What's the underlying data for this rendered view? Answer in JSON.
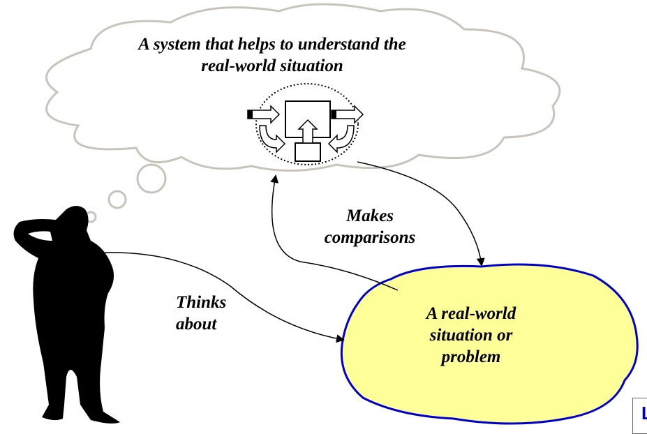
{
  "cloud_text": "A system that helps to understand the real-world situation",
  "cloud_text_line1": "A system that helps to understand the",
  "cloud_text_line2": "real-world situation",
  "makes_label_line1": "Makes",
  "makes_label_line2": "comparisons",
  "thinks_label_line1": "Thinks",
  "thinks_label_line2": "about",
  "blob_line1": "A real-world",
  "blob_line2": "situation or",
  "blob_line3": "problem",
  "corner_text": "L",
  "colors": {
    "blob_fill": "#ffff99",
    "blob_stroke": "#0000cc",
    "cloud_stroke": "#c8c4bc"
  }
}
